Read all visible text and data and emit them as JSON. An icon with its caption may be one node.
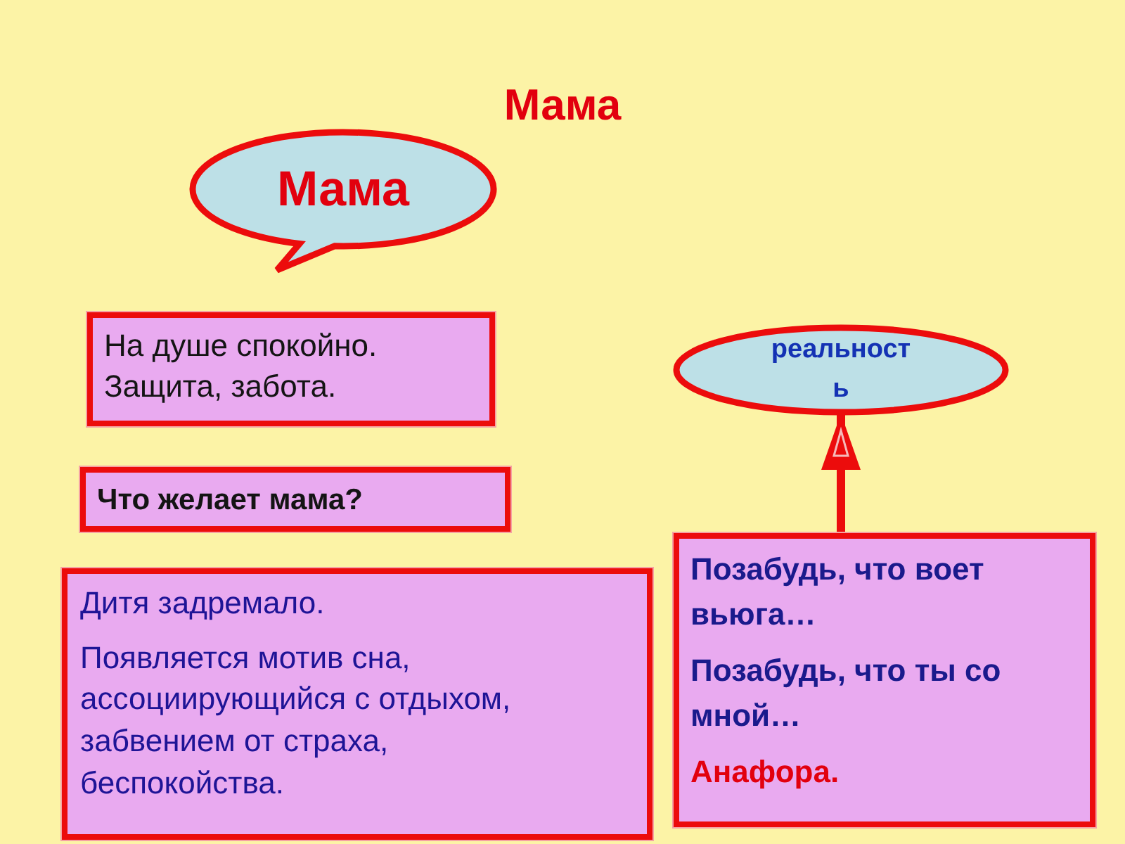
{
  "diagram": {
    "title": "Мама",
    "nodes": [
      {
        "text": [
          "Мама"
        ]
      },
      {
        "text": [
          "На душе спокойно. Защита, забота."
        ]
      },
      {
        "text": [
          "реальност ь"
        ]
      },
      {
        "text": [
          "Что желает мама?"
        ]
      },
      {
        "text": [
          "Дитя задремало.",
          "Появляется мотив сна, ассоциирующийся с отдыхом, забвением от страха, беспокойства."
        ]
      },
      {
        "text": [
          "Позабудь, что воет вьюга…",
          "Позабудь, что ты со мной…",
          "Анафора."
        ]
      }
    ],
    "edges": [
      {
        "from": 5,
        "to": 2,
        "arrow": "to"
      }
    ]
  }
}
